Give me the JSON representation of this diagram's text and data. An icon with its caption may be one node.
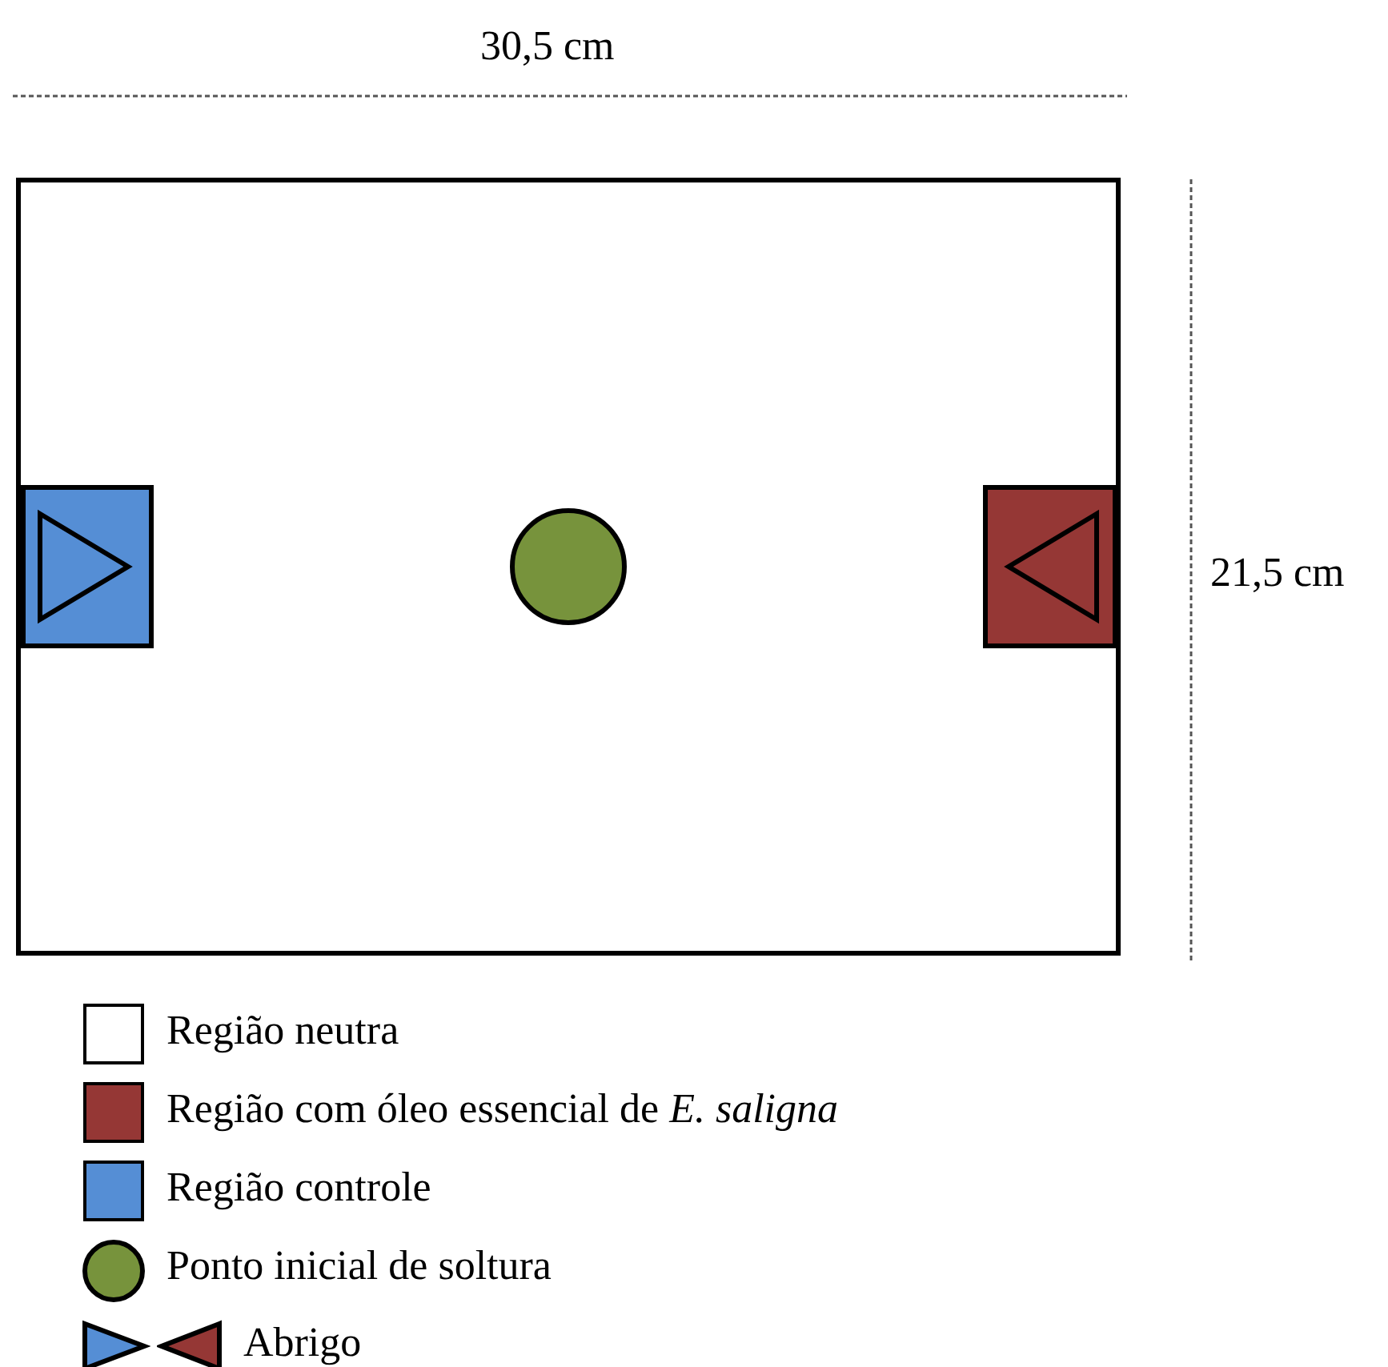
{
  "diagram": {
    "nodes": [
      {
        "text": [],
        "shape": "box"
      },
      {
        "text": [],
        "shape": "box",
        "in": 0
      },
      {
        "text": [],
        "shape": "circle",
        "in": 0
      },
      {
        "text": [],
        "shape": "box",
        "in": 0
      }
    ],
    "labels": [
      "30,5 cm",
      "21,5 cm"
    ],
    "legend": [
      {
        "text": "Região neutra"
      },
      {
        "text": "Região com óleo essencial de *E. saligna*",
        "color": "#953735"
      },
      {
        "text": "Região controle",
        "color": "#558ed5"
      },
      {
        "text": "Ponto inicial de soltura"
      },
      {
        "text": "Abrigo"
      }
    ]
  }
}
